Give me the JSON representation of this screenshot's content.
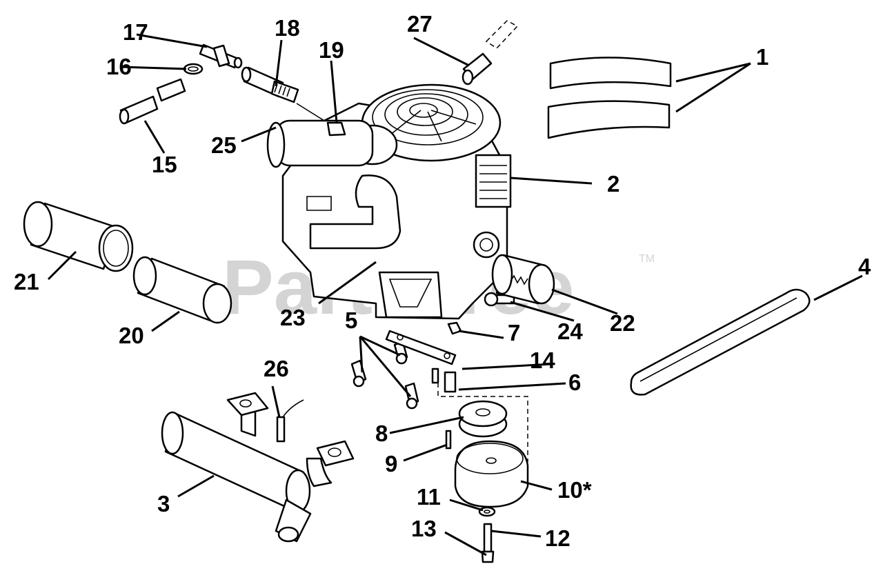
{
  "watermark": {
    "text": "PartsTree",
    "trademark": "TM"
  },
  "callouts": {
    "c1": "1",
    "c2": "2",
    "c3": "3",
    "c4": "4",
    "c5": "5",
    "c6": "6",
    "c7": "7",
    "c8": "8",
    "c9": "9",
    "c10": "10*",
    "c11": "11",
    "c12": "12",
    "c13": "13",
    "c14": "14",
    "c15": "15",
    "c16": "16",
    "c17": "17",
    "c18": "18",
    "c19": "19",
    "c20": "20",
    "c21": "21",
    "c22": "22",
    "c23": "23",
    "c24": "24",
    "c25": "25",
    "c26": "26",
    "c27": "27"
  }
}
